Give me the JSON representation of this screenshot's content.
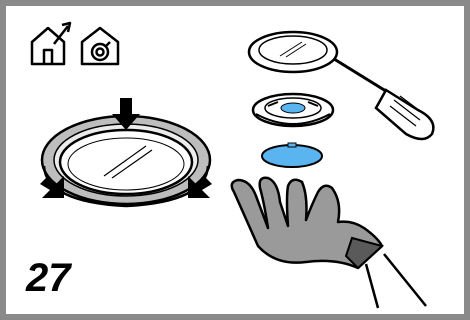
{
  "step": {
    "number": "27"
  },
  "icons": [
    {
      "name": "house-vent-out-icon"
    },
    {
      "name": "house-recirculation-icon"
    }
  ],
  "colors": {
    "frame": "#8a8a8a",
    "glove": "#9a9a9a",
    "glove_cuff": "#5a5a5a",
    "filter_blue": "#5ab4f0",
    "ring_gray": "#bdbdbd",
    "outline": "#000000"
  },
  "illustration": {
    "objects": [
      "lamp-cover-ring",
      "press-arrows",
      "screwdriver",
      "lamp-cover",
      "lamp-socket",
      "blue-lens",
      "gloved-hand"
    ]
  }
}
